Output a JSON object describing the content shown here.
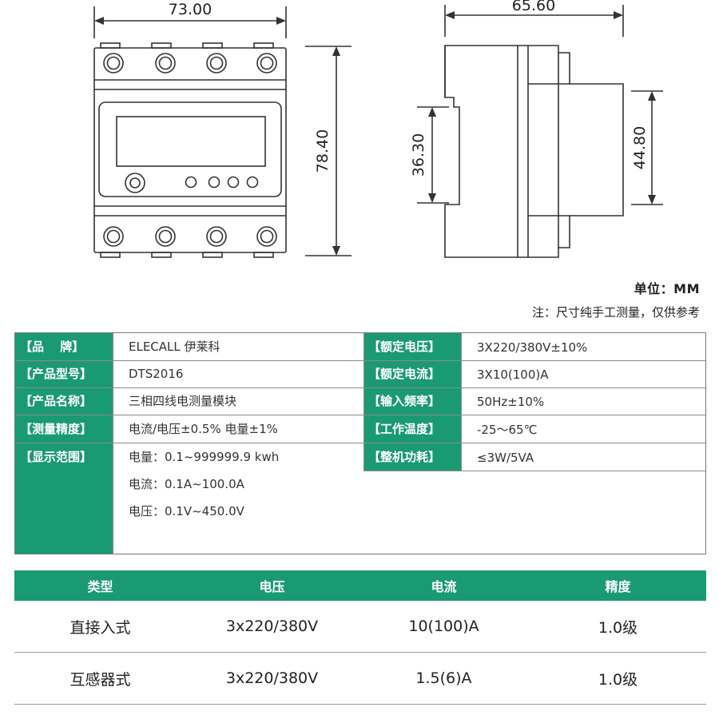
{
  "dimensions": {
    "front_width": "73.00",
    "front_height": "78.40",
    "side_width": "65.60",
    "side_inner_height": "36.30",
    "side_rail_height": "44.80"
  },
  "unit_label": "单位：MM",
  "note_text": "注：尺寸纯手工测量，仅供参考",
  "specs": {
    "left": [
      {
        "label": "【品　 牌】",
        "value": "ELECALL 伊莱科"
      },
      {
        "label": "【产品型号】",
        "value": "DTS2016"
      },
      {
        "label": "【产品名称】",
        "value": "三相四线电测量模块"
      },
      {
        "label": "【测量精度】",
        "value": "电流/电压±0.5%  电量±1%"
      },
      {
        "label": "【显示范围】",
        "value": "电量：0.1~999999.9 kwh"
      }
    ],
    "display_extra": [
      "电流：0.1A~100.0A",
      "电压：0.1V~450.0V"
    ],
    "right": [
      {
        "label": "【额定电压】",
        "value": "3X220/380V±10%"
      },
      {
        "label": "【额定电流】",
        "value": "3X10(100)A"
      },
      {
        "label": "【输入频率】",
        "value": "50Hz±10%"
      },
      {
        "label": "【工作温度】",
        "value": "-25～65℃"
      },
      {
        "label": "【整机功耗】",
        "value": "≤3W/5VA"
      }
    ]
  },
  "type_table": {
    "headers": [
      "类型",
      "电压",
      "电流",
      "精度"
    ],
    "rows": [
      [
        "直接入式",
        "3x220/380V",
        "10(100)A",
        "1.0级"
      ],
      [
        "互感器式",
        "3x220/380V",
        "1.5(6)A",
        "1.0级"
      ]
    ]
  }
}
